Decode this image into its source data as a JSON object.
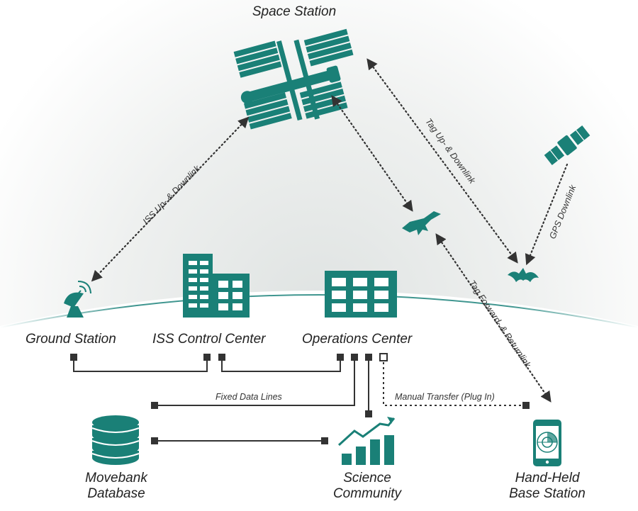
{
  "nodes": {
    "space_station": "Space Station",
    "ground_station": "Ground Station",
    "iss_control_center": "ISS Control Center",
    "operations_center": "Operations Center",
    "movebank_line1": "Movebank",
    "movebank_line2": "Database",
    "science_line1": "Science",
    "science_line2": "Community",
    "handheld_line1": "Hand-Held",
    "handheld_line2": "Base Station"
  },
  "links": {
    "iss_updown": "ISS Up- & Downlink",
    "tag_updown": "Tag Up- & Downlink",
    "gps_downlink": "GPS Downlink",
    "tag_forward": "Tag Forward- & Returnlink",
    "fixed_lines": "Fixed Data Lines",
    "manual_transfer": "Manual Transfer (Plug In)"
  },
  "colors": {
    "teal": "#1a8077",
    "line": "#333333",
    "horizon": "#2a8a83"
  },
  "icons": [
    "space-station-icon",
    "satellite-icon",
    "satellite-dish-icon",
    "building-icon",
    "bird-icon",
    "bat-icon",
    "database-icon",
    "bar-chart-icon",
    "smartphone-icon"
  ]
}
